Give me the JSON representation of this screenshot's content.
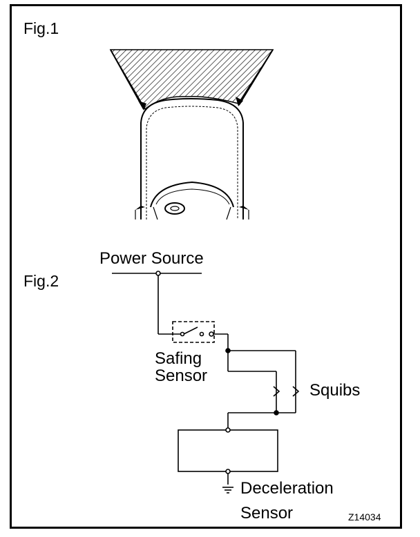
{
  "figure1": {
    "label": "Fig.1"
  },
  "figure2": {
    "label": "Fig.2",
    "power_source": "Power Source",
    "safing_sensor": [
      "Safing",
      "Sensor"
    ],
    "squibs": "Squibs",
    "deceleration_sensor": [
      "Deceleration",
      "Sensor"
    ]
  },
  "code": "Z14034"
}
